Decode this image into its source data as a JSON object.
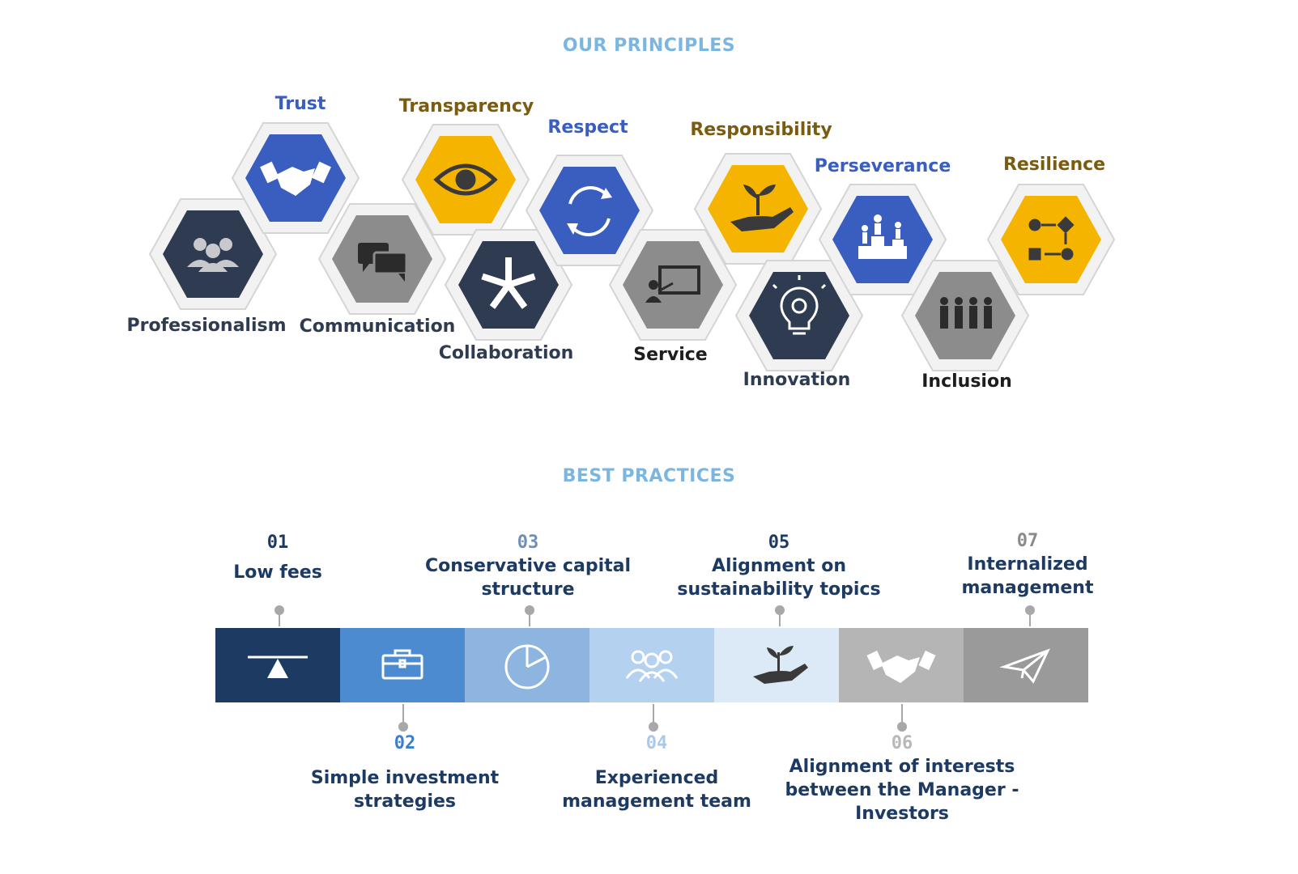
{
  "principles_section": {
    "title": "OUR  PRINCIPLES",
    "title_color": "#7ab6e0",
    "items": [
      {
        "label": "Professionalism",
        "color": "#2f3b50",
        "icon": "group-icon",
        "hex_fill": "#2f3b50"
      },
      {
        "label": "Trust",
        "color": "#3a5ec0",
        "icon": "handshake-icon",
        "hex_fill": "#3a5ec0"
      },
      {
        "label": "Communication",
        "color": "#2f3b50",
        "icon": "chat-bubbles-icon",
        "hex_fill": "#8c8c8c"
      },
      {
        "label": "Transparency",
        "color": "#7a5c10",
        "icon": "eye-icon",
        "hex_fill": "#f4b400"
      },
      {
        "label": "Collaboration",
        "color": "#2f3b50",
        "icon": "hands-together-icon",
        "hex_fill": "#2f3b50"
      },
      {
        "label": "Respect",
        "color": "#3a5ec0",
        "icon": "refresh-arrows-icon",
        "hex_fill": "#3a5ec0"
      },
      {
        "label": "Service",
        "color": "#1e1e1e",
        "icon": "presentation-icon",
        "hex_fill": "#8c8c8c"
      },
      {
        "label": "Responsibility",
        "color": "#7a5c10",
        "icon": "plant-in-hand-icon",
        "hex_fill": "#f4b400"
      },
      {
        "label": "Innovation",
        "color": "#2f3b50",
        "icon": "lightbulb-gear-icon",
        "hex_fill": "#2f3b50"
      },
      {
        "label": "Perseverance",
        "color": "#3a5ec0",
        "icon": "podium-icon",
        "hex_fill": "#3a5ec0"
      },
      {
        "label": "Inclusion",
        "color": "#1e1e1e",
        "icon": "people-row-icon",
        "hex_fill": "#8c8c8c"
      },
      {
        "label": "Resilience",
        "color": "#7a5c10",
        "icon": "process-flow-icon",
        "hex_fill": "#f4b400"
      }
    ]
  },
  "practices_section": {
    "title": "BEST PRACTICES",
    "title_color": "#7ab6e0",
    "items": [
      {
        "number": "01",
        "text": "Low fees",
        "position": "top",
        "number_color": "#1d3a62",
        "segment_color": "#1d3a62",
        "icon": "balance-seesaw-icon"
      },
      {
        "number": "02",
        "text": "Simple investment strategies",
        "position": "bottom",
        "number_color": "#3a7fcc",
        "segment_color": "#4c8bd0",
        "icon": "toolbox-icon"
      },
      {
        "number": "03",
        "text": "Conservative capital structure",
        "position": "top",
        "number_color": "#6d8fb8",
        "segment_color": "#8db5e0",
        "icon": "pie-chart-icon"
      },
      {
        "number": "04",
        "text": "Experienced management team",
        "position": "bottom",
        "number_color": "#a9c8ea",
        "segment_color": "#b4d1ef",
        "icon": "team-icon"
      },
      {
        "number": "05",
        "text": "Alignment on sustainability topics",
        "position": "top",
        "number_color": "#1d3a62",
        "segment_color": "#dce9f7",
        "icon": "plant-in-hand-icon"
      },
      {
        "number": "06",
        "text": "Alignment of interests between the Manager - Investors",
        "position": "bottom",
        "number_color": "#b8b8b8",
        "segment_color": "#b5b5b5",
        "icon": "handshake-icon"
      },
      {
        "number": "07",
        "text": "Internalized management",
        "position": "top",
        "number_color": "#8a8a8a",
        "segment_color": "#9a9a9a",
        "icon": "paper-plane-icon"
      }
    ]
  }
}
